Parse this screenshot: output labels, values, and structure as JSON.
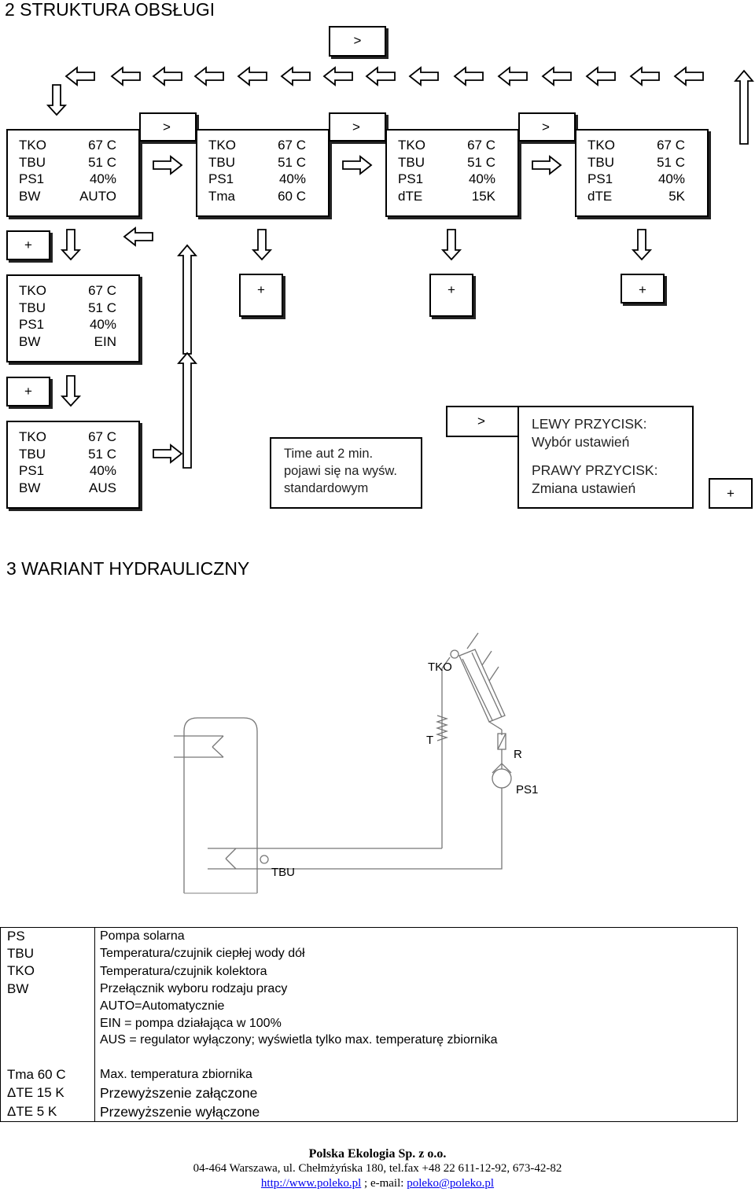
{
  "section_2_title": "2 STRUKTURA OBSŁUGI",
  "section_3_title": "3 WARIANT HYDRAULICZNY",
  "symbols": {
    "next": ">",
    "plus": "+"
  },
  "displays": {
    "d1": {
      "rows": [
        [
          "TKO",
          "67 C"
        ],
        [
          "TBU",
          "51 C"
        ],
        [
          "PS1",
          "40%"
        ],
        [
          "BW",
          "AUTO"
        ]
      ]
    },
    "d2": {
      "rows": [
        [
          "TKO",
          "67 C"
        ],
        [
          "TBU",
          "51 C"
        ],
        [
          "PS1",
          "40%"
        ],
        [
          "Tma",
          "60 C"
        ]
      ]
    },
    "d3": {
      "rows": [
        [
          "TKO",
          "67 C"
        ],
        [
          "TBU",
          "51 C"
        ],
        [
          "PS1",
          "40%"
        ],
        [
          "dTE",
          "15K"
        ]
      ]
    },
    "d4": {
      "rows": [
        [
          "TKO",
          "67 C"
        ],
        [
          "TBU",
          "51 C"
        ],
        [
          "PS1",
          "40%"
        ],
        [
          "dTE",
          "5K"
        ]
      ]
    },
    "d5": {
      "rows": [
        [
          "TKO",
          "67 C"
        ],
        [
          "TBU",
          "51 C"
        ],
        [
          "PS1",
          "40%"
        ],
        [
          "BW",
          "EIN"
        ]
      ]
    },
    "d6": {
      "rows": [
        [
          "TKO",
          "67 C"
        ],
        [
          "TBU",
          "51 C"
        ],
        [
          "PS1",
          "40%"
        ],
        [
          "BW",
          "AUS"
        ]
      ]
    }
  },
  "timeout_note": {
    "l1": "Time aut 2 min.",
    "l2": "pojawi się na wyśw.",
    "l3": "standardowym"
  },
  "buttons_note": {
    "l1": "LEWY PRZYCISK:",
    "l2": "Wybór ustawień",
    "l3": "PRAWY PRZYCISK:",
    "l4": "Zmiana ustawień"
  },
  "diagram_labels": {
    "tko": "TKO",
    "t": "T",
    "r": "R",
    "ps1": "PS1",
    "tbu": "TBU"
  },
  "legend": {
    "keys": [
      "PS",
      "TBU",
      "TKO",
      "BW",
      "Tma 60 C",
      "ΔTE 15 K",
      "ΔTE 5 K"
    ],
    "desc": [
      "Pompa solarna",
      "Temperatura/czujnik ciepłej wody dół",
      "Temperatura/czujnik kolektora",
      "Przełącznik wyboru rodzaju pracy",
      "AUTO=Automatycznie",
      "EIN = pompa działająca w 100%",
      "AUS = regulator wyłączony; wyświetla tylko max. temperaturę zbiornika",
      "Max. temperatura zbiornika",
      "Przewyższenie załączone",
      "Przewyższenie wyłączone"
    ]
  },
  "footer": {
    "company": "Polska Ekologia Sp. z o.o.",
    "address": "04-464 Warszawa, ul. Chełmżyńska 180, tel.fax +48 22 611-12-92, 673-42-82",
    "url": "http://www.poleko.pl",
    "sep": " ; e-mail: ",
    "email": "poleko@poleko.pl"
  }
}
